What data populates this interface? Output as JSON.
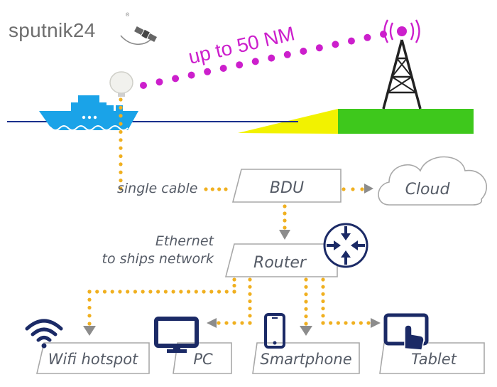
{
  "logo": {
    "text": "sputnik24",
    "mark": "®"
  },
  "range_label": "up to 50 NM",
  "labels": {
    "single_cable": "single cable",
    "bdu": "BDU",
    "cloud": "Cloud",
    "ethernet_line1": "Ethernet",
    "ethernet_line2": "to ships network",
    "router": "Router",
    "wifi": "Wifi hotspot",
    "pc": "PC",
    "smartphone": "Smartphone",
    "tablet": "Tablet"
  },
  "colors": {
    "ship": "#1aa3e8",
    "sea_line": "#1a2f8c",
    "land_green": "#3ec81c",
    "land_yellow": "#f2f200",
    "radio_link": "#cc1fcc",
    "cable_dots": "#f0b020",
    "device_icons": "#1b2a66",
    "box_border": "#a8a8a8"
  },
  "icons": [
    "satellite-icon",
    "antenna-dome-icon",
    "ship-icon",
    "radio-tower-icon",
    "cloud-icon",
    "router-icon",
    "wifi-icon",
    "monitor-icon",
    "smartphone-icon",
    "tablet-icon"
  ]
}
